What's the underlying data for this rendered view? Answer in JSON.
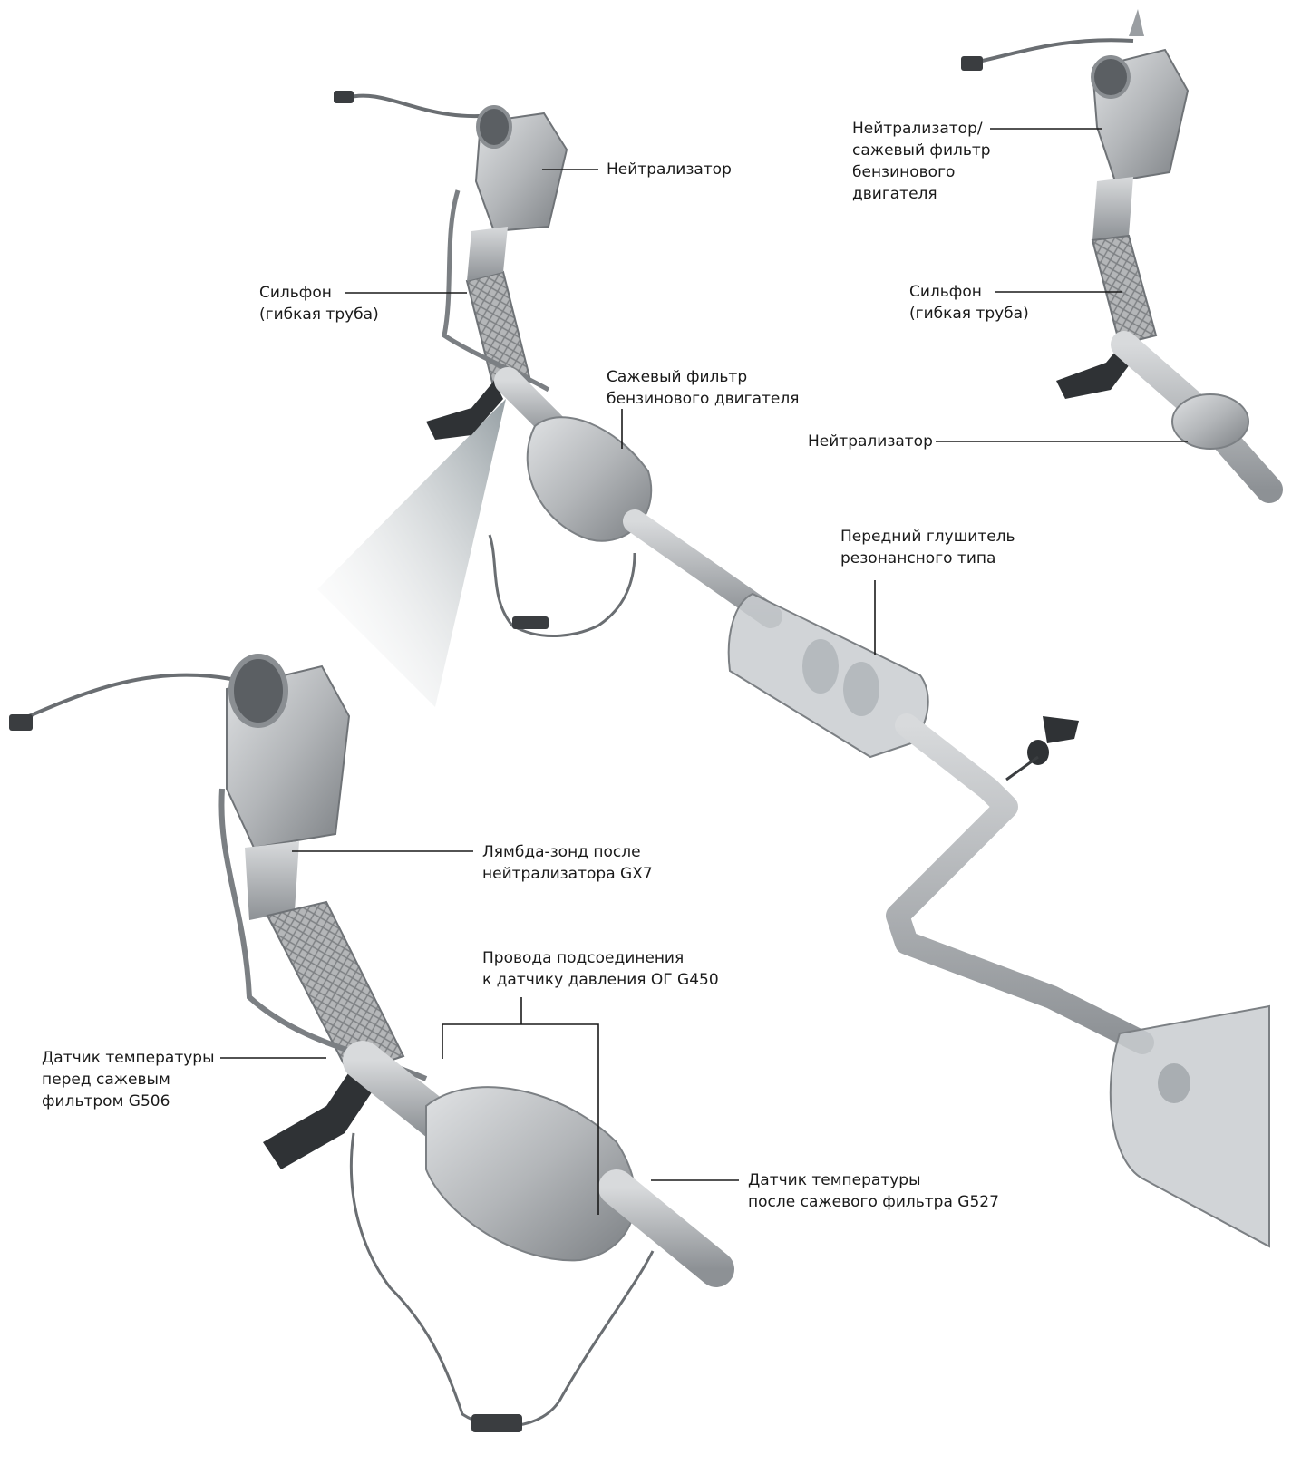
{
  "labels": {
    "catalyst_top": [
      "Нейтрализатор"
    ],
    "bellows_main": [
      "Сильфон",
      "(гибкая труба)"
    ],
    "gpf_main": [
      "Сажевый фильтр",
      "бензинового двигателя"
    ],
    "muffler": [
      "Передний глушитель",
      "резонансного типа"
    ],
    "gpf_catalyst_inset": [
      "Нейтрализатор/",
      "сажевый фильтр",
      "бензинового",
      "двигателя"
    ],
    "bellows_inset": [
      "Сильфон",
      "(гибкая труба)"
    ],
    "catalyst_inset": [
      "Нейтрализатор"
    ],
    "lambda_probe": [
      "Лямбда-зонд после",
      "нейтрализатора GX7"
    ],
    "pressure_lines": [
      "Провода подсоединения",
      "к датчику давления ОГ G450"
    ],
    "temp_before": [
      "Датчик температуры",
      "перед сажевым",
      "фильтром G506"
    ],
    "temp_after": [
      "Датчик температуры",
      "после сажевого фильтра G527"
    ]
  },
  "colors": {
    "metal_light": "#d4d6d8",
    "metal_mid": "#a9acaf",
    "metal_dark": "#6f7377",
    "leader_line": "#1a1a1a",
    "callout_cone": "#9aa3a7"
  }
}
